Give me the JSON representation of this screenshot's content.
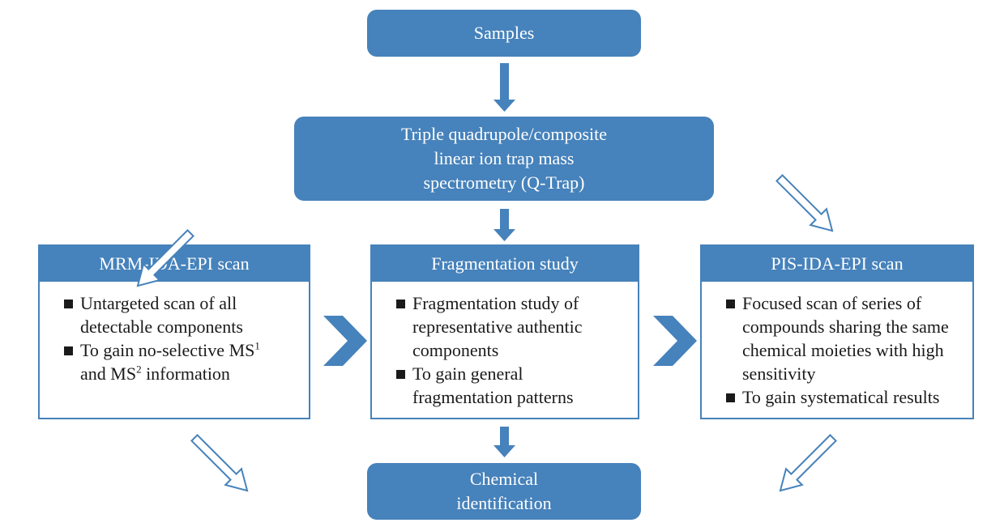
{
  "top_box": {
    "label": "Samples"
  },
  "instrument_box": {
    "lines": [
      "Triple quadrupole/composite",
      "linear ion trap mass",
      "spectrometry (Q-Trap)"
    ]
  },
  "panels": {
    "left": {
      "title": "MRM-IDA-EPI scan",
      "items": [
        {
          "lines": [
            "Untargeted scan of all",
            "detectable components"
          ]
        },
        {
          "lines": [
            "To gain no-selective MS",
            "and MS",
            " information"
          ],
          "sup": [
            "1",
            "2"
          ]
        }
      ]
    },
    "center": {
      "title": "Fragmentation study",
      "items": [
        {
          "lines": [
            "Fragmentation study of",
            "representative authentic",
            "components"
          ]
        },
        {
          "lines": [
            "To gain general",
            "fragmentation patterns"
          ]
        }
      ]
    },
    "right": {
      "title": "PIS-IDA-EPI scan",
      "items": [
        {
          "lines": [
            "Focused scan of series of",
            "compounds sharing the same",
            "chemical moieties with high",
            "sensitivity"
          ]
        },
        {
          "lines": [
            "To gain systematical results"
          ]
        }
      ]
    }
  },
  "bottom_box": {
    "lines": [
      "Chemical",
      "identification"
    ]
  },
  "colors": {
    "accent": "#4682bb",
    "fill": "#4682bb",
    "text": "#1a1a1a"
  }
}
